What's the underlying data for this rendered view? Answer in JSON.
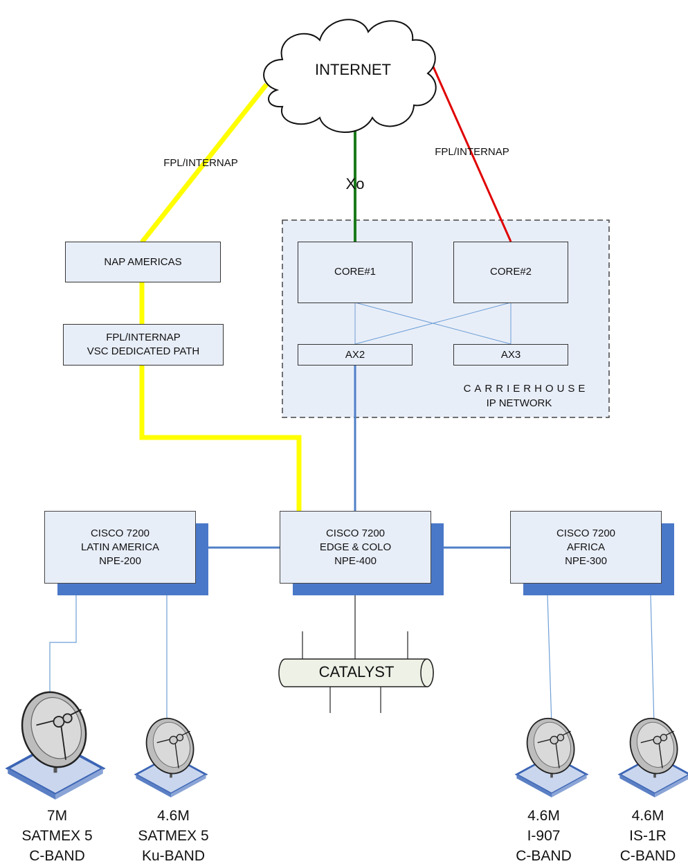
{
  "internet": {
    "label": "INTERNET"
  },
  "links": {
    "left_label": "FPL/INTERNAP",
    "center_label": "Xo",
    "right_label": "FPL/INTERNAP"
  },
  "nap_americas": {
    "label": "NAP AMERICAS"
  },
  "vsc_path": {
    "line1": "FPL/INTERNAP",
    "line2": "VSC DEDICATED PATH"
  },
  "carrierhouse": {
    "core1": "CORE#1",
    "core2": "CORE#2",
    "ax2": "AX2",
    "ax3": "AX3",
    "title_line1": "CARRIERHOUSE",
    "title_line2": "IP NETWORK"
  },
  "routers": {
    "latin": {
      "line1": "CISCO 7200",
      "line2": "LATIN AMERICA",
      "line3": "NPE-200"
    },
    "edge": {
      "line1": "CISCO 7200",
      "line2": "EDGE & COLO",
      "line3": "NPE-400"
    },
    "africa": {
      "line1": "CISCO 7200",
      "line2": "AFRICA",
      "line3": "NPE-300"
    }
  },
  "catalyst": {
    "label": "CATALYST"
  },
  "dishes": [
    {
      "size": "7M",
      "satellite": "SATMEX 5",
      "band": "C-BAND"
    },
    {
      "size": "4.6M",
      "satellite": "SATMEX 5",
      "band": "Ku-BAND"
    },
    {
      "size": "4.6M",
      "satellite": "I-907",
      "band": "C-BAND"
    },
    {
      "size": "4.6M",
      "satellite": "IS-1R",
      "band": "C-BAND"
    }
  ],
  "colors": {
    "yellow_link": "#ffff00",
    "green_link": "#1a7a1a",
    "red_link": "#e00000",
    "blue_link": "#4f7fc7",
    "box_fill": "#e8eef8",
    "shadow": "#4a78c8"
  }
}
